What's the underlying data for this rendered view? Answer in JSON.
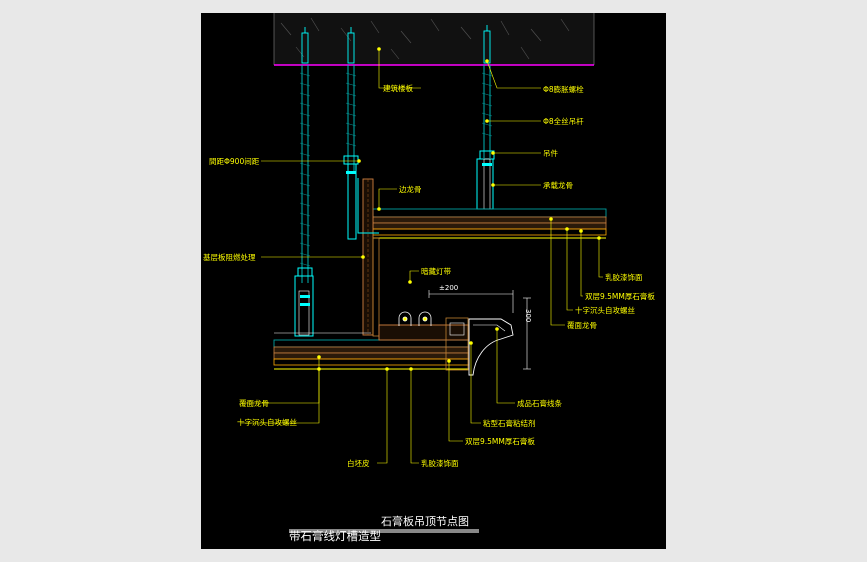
{
  "drawing": {
    "title": "石膏板吊顶节点图",
    "subtitle": "带石膏线灯槽造型",
    "dimensions": {
      "width_label": "±200",
      "height_label": "300"
    },
    "labels": {
      "building_slab": "建筑楼板",
      "expansion_bolt": "Φ8膨胀螺栓",
      "hanger_rod": "Φ8全丝吊杆",
      "hanger_clip": "吊件",
      "main_runner": "承载龙骨",
      "rod_spacing": "間距Φ900间距",
      "edge_runner": "边龙骨",
      "base_board_fireproof": "基层板阻燃处理",
      "hidden_light_strip": "暗藏灯带",
      "latex_paint_top": "乳胶漆饰面",
      "double_gypsum_top": "双层9.5MM厚石膏板",
      "screw_top": "十字沉头自攻螺丝",
      "cover_runner_top": "覆面龙骨",
      "cover_runner_left": "覆面龙骨",
      "screw_left": "十字沉头自攻螺丝",
      "finished_gypsum_line": "成品石膏线条",
      "gypsum_adhesive": "粘型石膏粘结剂",
      "double_gypsum_bottom": "双层9.5MM厚石膏板",
      "white_wood": "白坯皮",
      "latex_paint_bottom": "乳胶漆饰面"
    }
  }
}
